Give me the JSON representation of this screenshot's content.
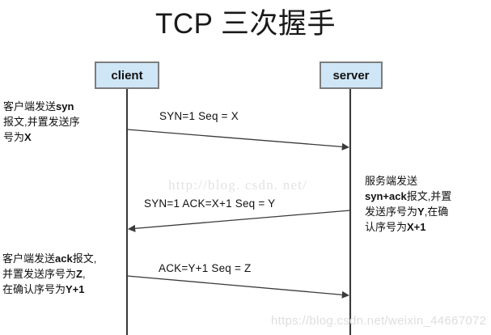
{
  "diagram": {
    "title": "TCP 三次握手",
    "type": "sequence-diagram",
    "participants": [
      {
        "id": "client",
        "label": "client"
      },
      {
        "id": "server",
        "label": "server"
      }
    ],
    "messages": [
      {
        "index": 1,
        "label": "SYN=1  Seq = X",
        "from": "client",
        "to": "server",
        "direction": "right"
      },
      {
        "index": 2,
        "label": "SYN=1  ACK=X+1 Seq = Y",
        "from": "server",
        "to": "client",
        "direction": "left"
      },
      {
        "index": 3,
        "label": "ACK=Y+1 Seq = Z",
        "from": "client",
        "to": "server",
        "direction": "right"
      }
    ],
    "annotations": {
      "client_syn": {
        "lines": [
          "客户端发送syn",
          "报文,并置发送序",
          "号为X"
        ],
        "bold_fragments": [
          "syn",
          "X"
        ]
      },
      "server_syn_ack": {
        "lines": [
          "服务端发送",
          "syn+ack报文,并置",
          "发送序号为Y,在确",
          "认序号为X+1"
        ],
        "bold_fragments": [
          "syn+ack",
          "Y",
          "X+1"
        ]
      },
      "client_ack": {
        "lines": [
          "客户端发送ack报文,",
          "并置发送序号为Z,",
          "在确认序号为Y+1"
        ],
        "bold_fragments": [
          "ack",
          "Z",
          "Y+1"
        ]
      }
    },
    "watermarks": {
      "center": "http://blog. csdn. net/",
      "bottom": "https://blog.csdn.net/weixin_44667072"
    },
    "colors": {
      "node_fill": "#cfe6f7",
      "node_border": "#7d7d7d",
      "line": "#3a3a3a",
      "text": "#111111",
      "background": "#ffffff",
      "watermark": "#dedede"
    }
  }
}
